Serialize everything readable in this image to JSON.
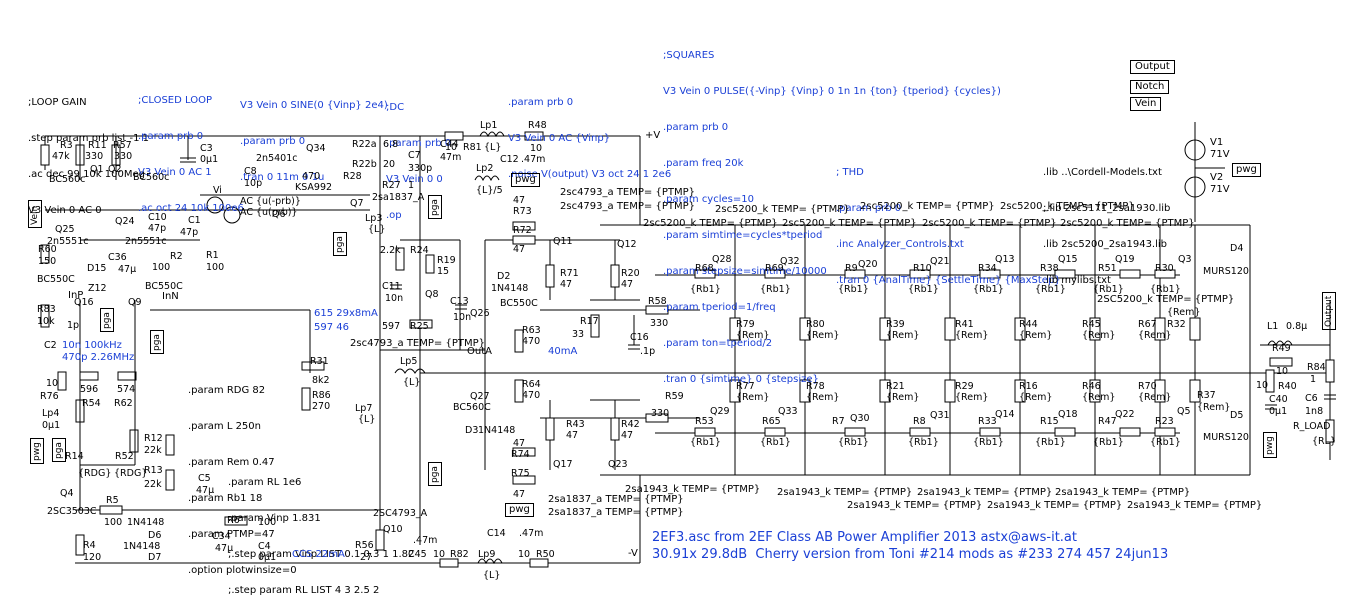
{
  "directives": {
    "loop_gain": [
      ";LOOP GAIN",
      ".step param prb list -1 1",
      ".ac dec 99 10k 100Meg",
      "V3 Vein 0 AC 0"
    ],
    "closed_loop": [
      ";CLOSED LOOP",
      ".param prb 0",
      "V3 Vein 0 AC 1",
      ".ac oct 24 10k 100e6"
    ],
    "sine": [
      "V3 Vein 0 SINE(0 {Vinp} 2e4)",
      ".param prb 0",
      ".tran 0 11m 0 1u"
    ],
    "dc": [
      ";DC",
      ".param prb 0",
      "V3 Vein 0 0",
      ".op"
    ],
    "noise": [
      ".param prb 0",
      "V3 Vein 0 AC {Vinp}",
      ".noise V(output) V3 oct 24 1 2e6"
    ],
    "squares": [
      ";SQUARES",
      "V3 Vein 0 PULSE({-Vinp} {Vinp} 0 1n 1n {ton} {tperiod} {cycles})",
      ".param prb 0",
      ".param freq 20k",
      ".param cycles=10",
      ".param simtime=cycles*tperiod",
      ".param stepsize=simtime/10000",
      ".param tperiod=1/freq",
      ".param ton=tperiod/2",
      ".tran 0 {simtime} 0 {stepsize}"
    ],
    "thd": [
      "; THD",
      ".param prb 0",
      ".inc Analyzer_Controls.txt",
      ".tran 0 {AnalTime} {SettleTime} {MaxStep}"
    ],
    "libs": [
      ".lib ..\\Cordell-Models.txt",
      ";.lib 2sc5171_2sa1930.lib",
      ".lib 2sc5200_2sa1943.lib",
      ".lib mylibs.txt"
    ],
    "params": [
      ".param RDG 82",
      ".param L 250n",
      ".param Rem 0.47",
      ".param Rb1 18",
      ".param PTMP=47",
      ".option plotwinsize=0"
    ],
    "steps": [
      ".param RL 1e6",
      ".param Vinp 1.831",
      ";.step param Vinp LIST 0.1 0.3 1 1.82",
      ";.step param RL LIST 4 3 2.5 2"
    ]
  },
  "ports": [
    "Output",
    "Notch",
    "Vein"
  ],
  "supply": {
    "v1": "V1",
    "v1_val": "71V",
    "v2": "V2",
    "v2_val": "71V",
    "pos": "+V",
    "neg": "-V",
    "pwg": "pwg"
  },
  "title": {
    "line1": "2EF3.asc from 2EF Class AB Power Amplifier 2013 astx@aws-it.at",
    "line2": "30.91x 29.8dB  Cherry version from Toni #214 mods as #233 274 457 24jun13"
  },
  "annotations": {
    "ccs": "CCS 22mA",
    "ma40": "40mA",
    "n615": "615 29x8mA",
    "n597": "597 46",
    "zobel": "10n 100kHz",
    "zobel2": "470p 2.26MHz",
    "outa": "OutA",
    "inp": "InP",
    "inn": "InN"
  },
  "models": {
    "ptmp_5200": "2sc5200_k TEMP= {PTMP}",
    "ptmp_1943": "2sa1943_k TEMP= {PTMP}",
    "ptmp_4793": "2sc4793_a TEMP= {PTMP}",
    "ptmp_1837": "2sa1837_a TEMP= {PTMP}",
    "ptmp_4793_2": "2sc4793_A TEMP= {PTMP}",
    "ptmp_5200_b": "2SC5200_k TEMP= {PTMP}",
    "ptmp_4793_3": "2sc4793_a TEMP= {PTMP}",
    "ptmp_1837_2": "2sa1837_a TEMP= {PTMP}"
  },
  "parts": {
    "q28": "Q28",
    "q32": "Q32",
    "q20": "Q20",
    "q21": "Q21",
    "q13": "Q13",
    "q15": "Q15",
    "q19": "Q19",
    "q3": "Q3",
    "q29": "Q29",
    "q33": "Q33",
    "q30": "Q30",
    "q31": "Q31",
    "q14": "Q14",
    "q18": "Q18",
    "q22": "Q22",
    "q5": "Q5",
    "r68": "R68",
    "r69": "R69",
    "r9": "R9",
    "r10": "R10",
    "r34": "R34",
    "r38": "R38",
    "r51": "R51",
    "r30": "R30",
    "r53": "R53",
    "r65": "R65",
    "r7": "R7",
    "r8": "R8",
    "r33": "R33",
    "r15": "R15",
    "r47": "R47",
    "r23": "R23",
    "rb1": "{Rb1}",
    "rem": "{Rem}",
    "r79": "R79",
    "r80": "R80",
    "r39": "R39",
    "r41": "R41",
    "r44": "R44",
    "r45": "R45",
    "r67": "R67",
    "r32": "R32",
    "r77": "R77",
    "r78": "R78",
    "r21": "R21",
    "r29": "R29",
    "r16": "R16",
    "r46": "R46",
    "r70": "R70",
    "r37": "R37",
    "d4": "D4",
    "d5": "D5",
    "murs": "MURS120",
    "l1": "L1",
    "l1v": "0.8µ",
    "r49": "R49",
    "r49v": "10",
    "r84": "R84",
    "r84v": "1",
    "c6": "C6",
    "c6v": "1n8",
    "c40": "C40",
    "c40v": "0µ1",
    "r40": "R40",
    "r40v": "10",
    "rload": "R_LOAD",
    "rl": "{RL}",
    "q11": "Q11",
    "q12": "Q12",
    "q17": "Q17",
    "q23": "Q23",
    "r73": "R73",
    "r72": "R72",
    "r71": "R71",
    "r20": "R20",
    "r43": "R43",
    "r42": "R42",
    "r74": "R74",
    "r75": "R75",
    "v47": "47",
    "q26": "Q26",
    "q27": "Q27",
    "bc550c": "BC550C",
    "bc560c": "BC560C",
    "d2": "D2",
    "d3": "D3",
    "n4148": "1N4148",
    "r63": "R63",
    "r64": "R64",
    "v470": "470",
    "r17": "R17",
    "v33": "33",
    "c16": "C16",
    "c16v": ".1p",
    "r58": "R58",
    "r59": "R59",
    "v330": "330",
    "q8": "Q8",
    "r24": "R24",
    "r19": "R19",
    "r25": "R25",
    "c11": "C11",
    "c13": "C13",
    "v2k2": "2.2k",
    "v15": "15",
    "v597": "597",
    "v10n": "10n",
    "lp3": "Lp3",
    "lp5": "Lp5",
    "lp7": "Lp7",
    "lval": "{L}",
    "r31": "R31",
    "r31v": "8k2",
    "r86": "R86",
    "r86v": "270",
    "q1": "Q1",
    "q2": "Q2",
    "q24": "Q24",
    "q25": "Q25",
    "q16": "Q16",
    "q9": "Q9",
    "q4": "Q4",
    "q10": "Q10",
    "q34": "Q34",
    "q6": "Q6",
    "q7": "Q7",
    "bc560": "BC560c",
    "n5551": "2n5551c",
    "n5401": "2n5401c",
    "ksa992": "KSA992",
    "s1837": "2sa1837_A",
    "sc3503": "2SC3503C",
    "sc4793": "2SC4793_A",
    "r3": "R3",
    "r3v": "47k",
    "r11": "R11",
    "r57": "R57",
    "v330b": "330",
    "c3": "C3",
    "c3v": "0µ1",
    "c8": "C8",
    "c8v": "10p",
    "c10": "C10",
    "c10v": "47p",
    "c1": "C1",
    "c1v": "47p",
    "r2": "R2",
    "r2v": "100",
    "r1": "R1",
    "r1v": "100",
    "r60": "R60",
    "r60v": "150",
    "d15": "D15",
    "z12": "Z12",
    "c36": "C36",
    "c36v": "47µ",
    "r83": "R83",
    "r83v": "10k",
    "c2": "C2",
    "c2v": "1p",
    "r76": "R76",
    "r76v": "10",
    "lp4": "Lp4",
    "c0u1": "0µ1",
    "v596": "596",
    "v574": "574",
    "r54": "R54",
    "r62": "R62",
    "r14": "R14",
    "r52": "R52",
    "rdg": "{RDG}",
    "r12": "R12",
    "r13": "R13",
    "v22k": "22k",
    "c5": "C5",
    "c5v": "47µ",
    "r5": "R5",
    "r6": "R6",
    "v100": "100",
    "r4": "R4",
    "r4v": "120",
    "d6": "D6",
    "d7": "D7",
    "c34": "C34",
    "c34v": "47µ",
    "c4": "C4",
    "c4v": "0µ1",
    "r56": "R56",
    "r56v": "27",
    "c45": "C45",
    "c45v": ".47m",
    "r82": "R82",
    "lp9": "Lp9",
    "r50": "R50",
    "v10": "10",
    "c14": "C14",
    "c14v": ".47m",
    "r22a": "R22a",
    "r22b": "R22b",
    "v6_8": "6.8",
    "v20": "20",
    "c7": "C7",
    "c7v": "330p",
    "r28": "R28",
    "r27": "R27",
    "v470b": "470",
    "v1": "1",
    "c44": "C44",
    "c44v": "47m",
    "r81": "R81",
    "lp1": "Lp1",
    "lp2": "Lp2",
    "l5": "{L}/5",
    "r48": "R48",
    "c12": "C12",
    "c12v": ".47m",
    "vi": "Vi",
    "acu": "AC {u(-prb)}",
    "acp": "AC {u(prb)}",
    "vein": "Vein",
    "pga": "pga",
    "pwg": "pwg"
  }
}
